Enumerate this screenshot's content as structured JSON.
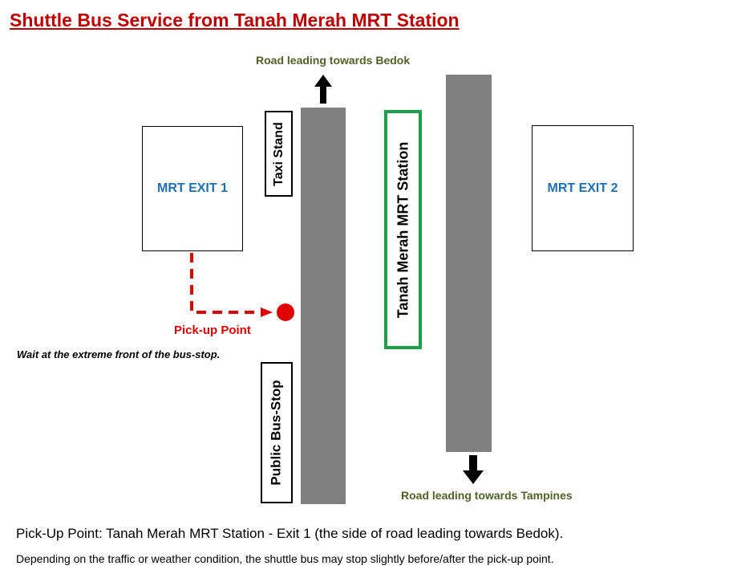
{
  "title": "Shuttle Bus Service from Tanah Merah MRT Station",
  "roads": {
    "bedok_label": "Road leading towards Bedok",
    "tampines_label": "Road leading towards Tampines"
  },
  "exits": {
    "exit1": "MRT EXIT 1",
    "exit2": "MRT EXIT 2"
  },
  "taxi_stand": "Taxi Stand",
  "station_name": "Tanah Merah MRT Station",
  "pickup": {
    "label": "Pick-up Point",
    "note": "Wait at the extreme front of the bus-stop."
  },
  "bus_stop": "Public Bus-Stop",
  "footer": {
    "line1": "Pick-Up Point: Tanah Merah MRT Station - Exit 1 (the side of road leading towards Bedok).",
    "line2": "Depending on the traffic or weather condition, the shuttle bus may stop slightly before/after the pick-up point."
  },
  "colors": {
    "title": "#c00000",
    "road": "#808080",
    "road_label": "#4f6228",
    "exit_label": "#1f6fb3",
    "station_border": "#1aa14a",
    "pickup": "#e00000"
  }
}
